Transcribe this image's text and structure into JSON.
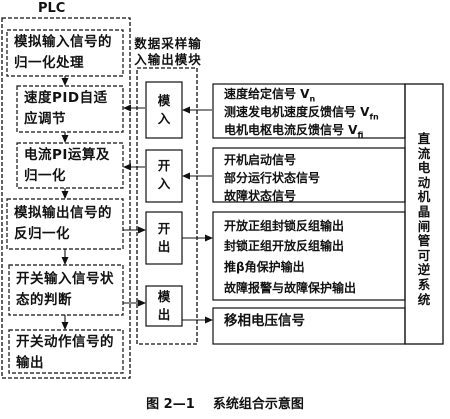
{
  "plc": {
    "title": "PLC",
    "blocks": [
      "模拟输入信号的归一化处理",
      "速度PID自适应调节",
      "电流PI运算及归一化",
      "模拟输出信号的反归一化",
      "开关输入信号状态的判断",
      "开关动作信号的输出"
    ]
  },
  "io_header": "数据采样输入输出模块",
  "modules": [
    "模入",
    "开入",
    "开出",
    "模出"
  ],
  "signals": [
    {
      "text": "速度给定信号 V",
      "sub": "n"
    },
    {
      "text": "测速发电机速度反馈信号 V",
      "sub": "fn"
    },
    {
      "text": "电机电枢电流反馈信号 V",
      "sub": "fi"
    },
    {
      "text": "开机启动信号",
      "sub": ""
    },
    {
      "text": "部分运行状态信号",
      "sub": ""
    },
    {
      "text": "故障状态信号",
      "sub": ""
    },
    {
      "text": "开放正组封锁反组输出",
      "sub": ""
    },
    {
      "text": "封锁正组开放反组输出",
      "sub": ""
    },
    {
      "text": "推β角保护输出",
      "sub": ""
    },
    {
      "text": "故障报警与故障保护输出",
      "sub": ""
    },
    {
      "text": "移相电压信号",
      "sub": ""
    }
  ],
  "right_label": "直流电动机晶闸管可逆系统",
  "caption": "图 2—1    系统组合示意图"
}
